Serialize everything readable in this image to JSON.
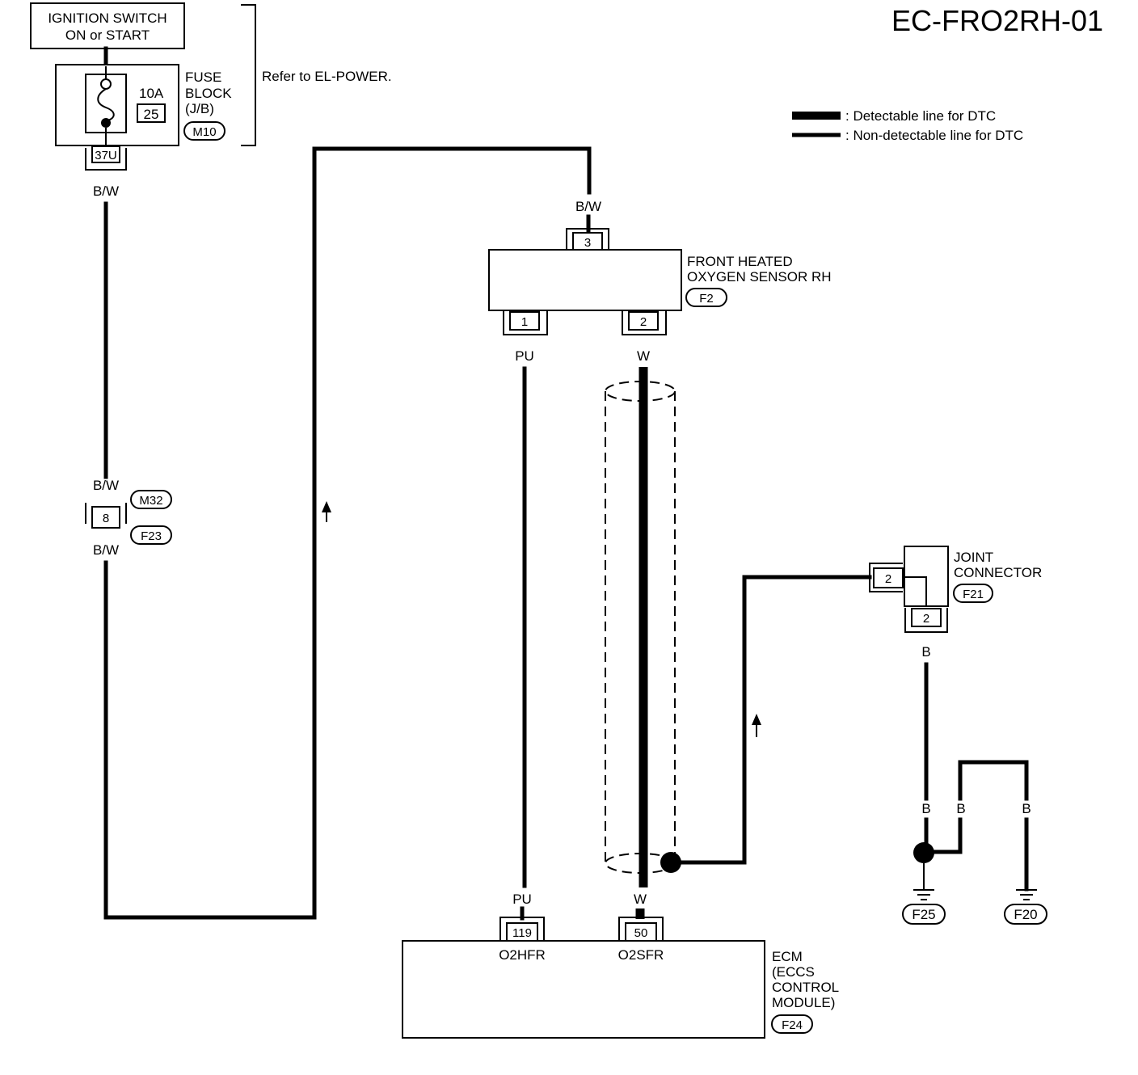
{
  "title": "EC-FRO2RH-01",
  "legend": {
    "detectable": ": Detectable line for DTC",
    "non_detectable": ": Non-detectable line for DTC"
  },
  "ignition": {
    "line1": "IGNITION SWITCH",
    "line2": "ON or START"
  },
  "fuse_block": {
    "line1": "FUSE",
    "line2": "BLOCK",
    "line3": "(J/B)",
    "amp": "10A",
    "fuse_no": "25",
    "connector": "M10",
    "terminal": "37U"
  },
  "refer": "Refer to EL-POWER.",
  "wires": {
    "bw": "B/W",
    "pu": "PU",
    "w": "W",
    "b": "B"
  },
  "inline_connector": {
    "pin": "8",
    "upper": "M32",
    "lower": "F23"
  },
  "sensor": {
    "line1": "FRONT HEATED",
    "line2": "OXYGEN SENSOR RH",
    "connector": "F2",
    "pin_top": "3",
    "pin_left": "1",
    "pin_right": "2"
  },
  "joint": {
    "line1": "JOINT",
    "line2": "CONNECTOR",
    "connector": "F21",
    "pin_side": "2",
    "pin_bottom": "2"
  },
  "grounds": {
    "left": "F25",
    "right": "F20"
  },
  "ecm": {
    "line1": "ECM",
    "line2": "(ECCS",
    "line3": "CONTROL",
    "line4": "MODULE)",
    "connector": "F24",
    "pin_left": "119",
    "pin_right": "50",
    "term_left": "O2HFR",
    "term_right": "O2SFR"
  }
}
